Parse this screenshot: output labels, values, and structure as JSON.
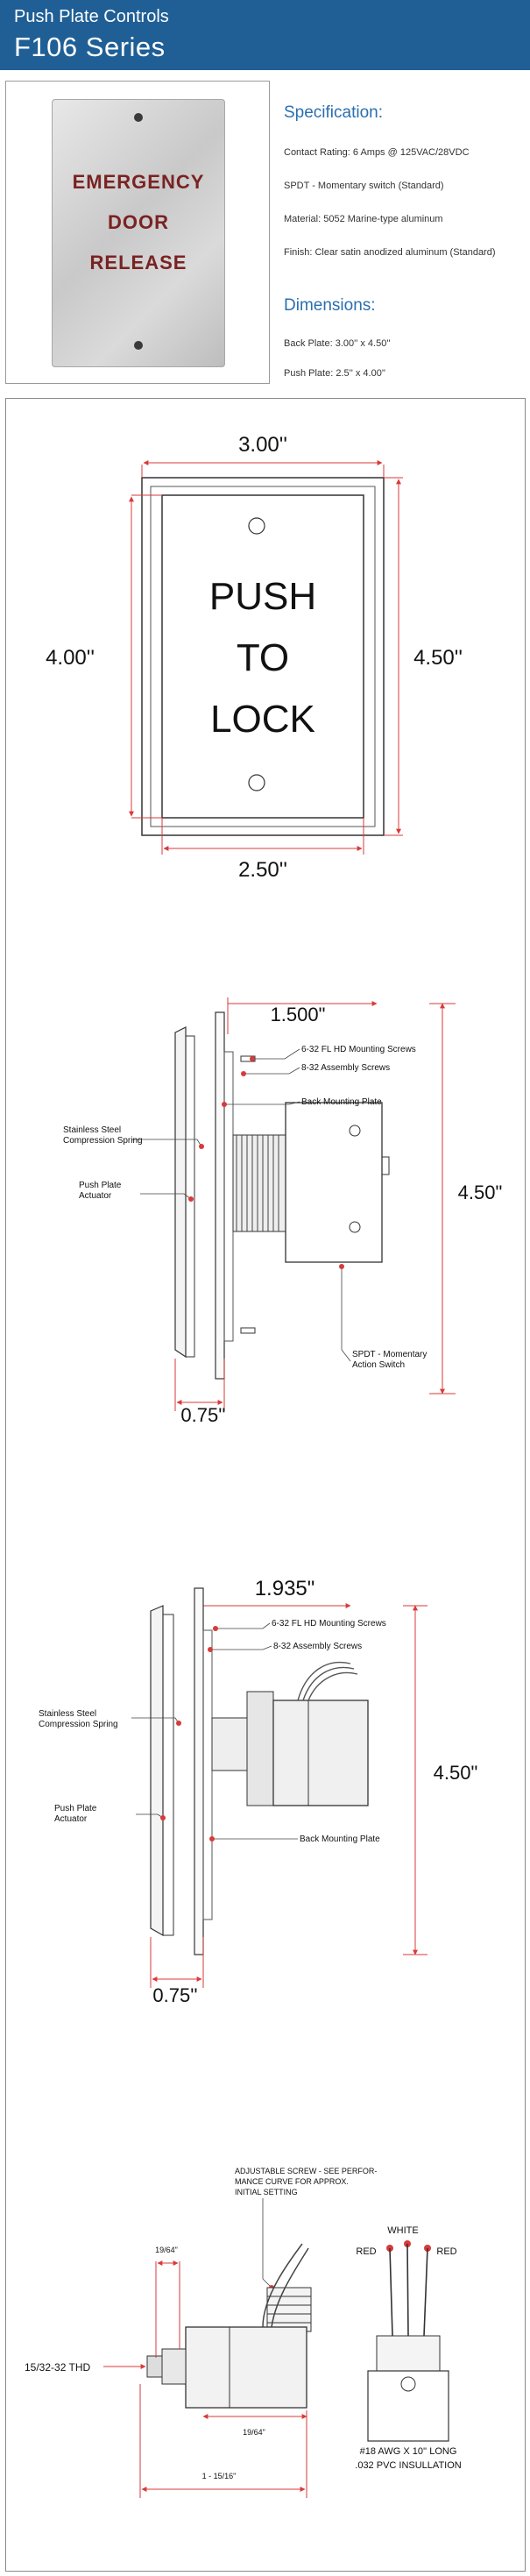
{
  "header": {
    "title": "Push Plate Controls",
    "series": "F106 Series"
  },
  "photo": {
    "lines": [
      "EMERGENCY",
      "DOOR",
      "RELEASE"
    ]
  },
  "spec": {
    "heading": "Specification:",
    "items": [
      "Contact Rating: 6 Amps @ 125VAC/28VDC",
      "SPDT - Momentary switch (Standard)",
      "Material: 5052 Marine-type aluminum",
      "Finish: Clear satin anodized aluminum (Standard)"
    ],
    "dim_heading": "Dimensions:",
    "dim_items": [
      "Back Plate: 3.00'' x 4.50''",
      "Push Plate: 2.5'' x 4.00''"
    ]
  },
  "front_view": {
    "dim_top": "3.00''",
    "dim_left": "4.00''",
    "dim_right": "4.50''",
    "dim_bottom": "2.50''",
    "lines": [
      "PUSH",
      "TO",
      "LOCK"
    ]
  },
  "side_view_1": {
    "dim_depth": "1.500\"",
    "dim_height": "4.50\"",
    "dim_plate": "0.75''",
    "labels": {
      "mounting_screws": "6-32 FL HD Mounting Screws",
      "assembly_screws": "8-32 Assembly Screws",
      "back_plate": "Back Mounting Plate",
      "spring_1": "Stainless Steel",
      "spring_2": "Compression Spring",
      "actuator_1": "Push Plate",
      "actuator_2": "Actuator",
      "switch_1": "SPDT - Momentary",
      "switch_2": "Action Switch"
    }
  },
  "side_view_2": {
    "dim_depth": "1.935\"",
    "dim_height": "4.50\"",
    "dim_plate": "0.75''",
    "labels": {
      "mounting_screws": "6-32 FL HD Mounting Screws",
      "assembly_screws": "8-32 Assembly Screws",
      "back_plate": "Back Mounting Plate",
      "spring_1": "Stainless Steel",
      "spring_2": "Compression Spring",
      "actuator_1": "Push Plate",
      "actuator_2": "Actuator"
    }
  },
  "detail": {
    "adjust_1": "ADJUSTABLE SCREW - SEE PERFOR-",
    "adjust_2": "MANCE CURVE FOR APPROX.",
    "adjust_3": "INITIAL SETTING",
    "dim_a": "19/64\"",
    "dim_thd": "15/32-32 THD",
    "dim_b": "19/64\"",
    "dim_len": "1 - 15/16\"",
    "white": "WHITE",
    "red_left": "RED",
    "red_right": "RED",
    "wire_1": "#18 AWG X 10'' LONG",
    "wire_2": ".032 PVC INSULLATION"
  },
  "colors": {
    "header_bg": "#1f5f96",
    "heading_blue": "#2a6fb0",
    "dim_red": "#d83a3a",
    "photo_text": "#7a2222"
  }
}
